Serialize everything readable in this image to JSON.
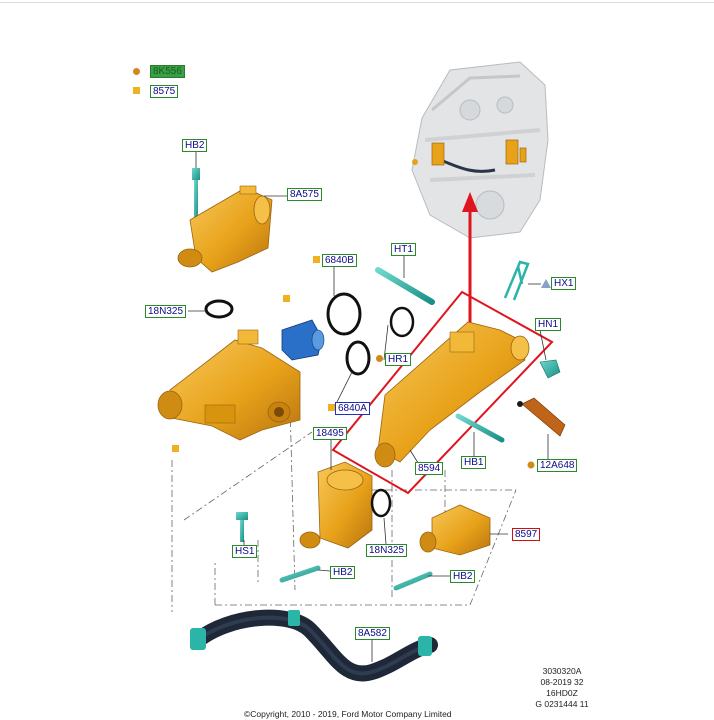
{
  "legend": {
    "dot_ref": "8K556",
    "square_ref": "8575"
  },
  "callouts": {
    "hb2_top": "HB2",
    "c8a575": "8A575",
    "c6840b": "6840B",
    "ht1": "HT1",
    "hx1": "HX1",
    "c18n325_left": "18N325",
    "hn1": "HN1",
    "hr1": "HR1",
    "c6840a": "6840A",
    "c18495": "18495",
    "c8594": "8594",
    "hb1": "HB1",
    "c12a648": "12A648",
    "c8597": "8597",
    "hs1": "HS1",
    "c18n325_bottom": "18N325",
    "hb2_mid": "HB2",
    "hb2_right": "HB2",
    "c8a582": "8A582"
  },
  "doc_codes": [
    "3030320A",
    "08-2019 32",
    "16HD0Z",
    "G 0231444 11"
  ],
  "copyright": "©Copyright, 2010 - 2019, Ford Motor Company Limited",
  "colors": {
    "part_orange": "#e8a21a",
    "part_teal": "#2ab5a8",
    "hose_dark": "#1e2838",
    "pump_blue": "#2a6fc8",
    "highlight_red": "#e0141e",
    "callout_green": "#2a8a2a"
  }
}
